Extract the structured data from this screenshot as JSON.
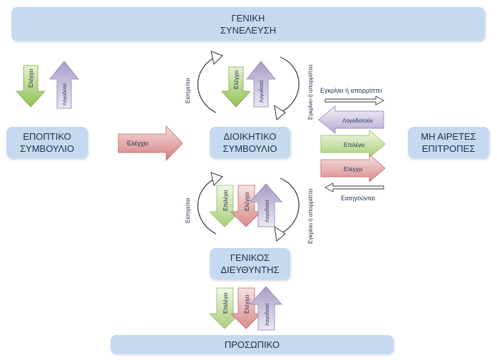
{
  "boxes": {
    "general_assembly": {
      "line1": "ΓΕΝΙΚΗ",
      "line2": "ΣΥΝΕΛΕΥΣΗ"
    },
    "supervisory_board": {
      "line1": "ΕΠΟΠΤΙΚΟ",
      "line2": "ΣΥΜΒΟΥΛΙΟ"
    },
    "board_of_directors": {
      "line1": "ΔΙΟΙΚΗΤΙΚΟ",
      "line2": "ΣΥΜΒΟΥΛΙΟ"
    },
    "non_elected_committees": {
      "line1": "ΜΗ ΑΙΡΕΤΕΣ",
      "line2": "ΕΠΙΤΡΟΠΕΣ"
    },
    "general_manager": {
      "line1": "ΓΕΝΙΚΟΣ",
      "line2": "ΔΙΕΥΘΥΝΤΗΣ"
    },
    "staff": {
      "line1": "ΠΡΟΣΩΠΙΚΟ"
    }
  },
  "labels": {
    "controls": "Ελέγχει",
    "accountable": "Λογοδοτεί",
    "selects": "Επιλέγει",
    "proposes": "Εισηγείται",
    "approves_or_rejects": "Εγκρίνει ή απορρίπτει",
    "accountable_plural": "Λογοδοτούν",
    "proposed_plural": "Εισηγούνται"
  },
  "colors": {
    "box_fill": "#c5d9f1",
    "green_arrow": "#8fbf52",
    "purple_arrow": "#a99cc6",
    "red_arrow": "#d47b7b",
    "text": "#1f2f4a"
  }
}
